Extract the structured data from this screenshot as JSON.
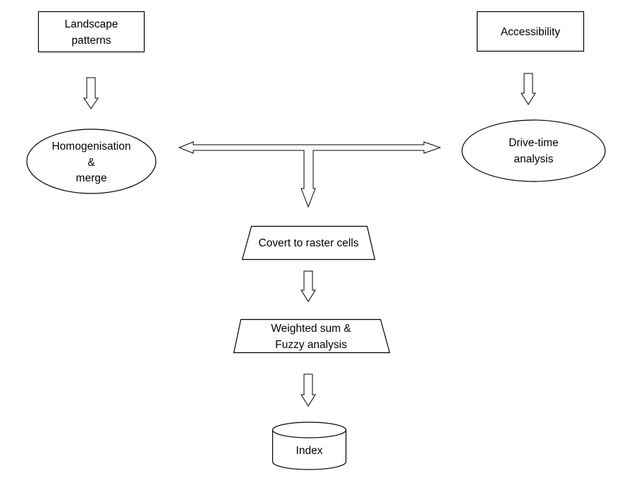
{
  "nodes": {
    "landscape_patterns": {
      "line1": "Landscape",
      "line2": "patterns"
    },
    "accessibility": {
      "label": "Accessibility"
    },
    "homogenisation": {
      "line1": "Homogenisation",
      "line2": "&",
      "line3": "merge"
    },
    "drive_time": {
      "line1": "Drive-time",
      "line2": "analysis"
    },
    "covert_to_raster": {
      "label": "Covert to raster cells"
    },
    "weighted_sum": {
      "line1": "Weighted sum &",
      "line2": "Fuzzy analysis"
    },
    "index": {
      "label": "Index"
    }
  }
}
